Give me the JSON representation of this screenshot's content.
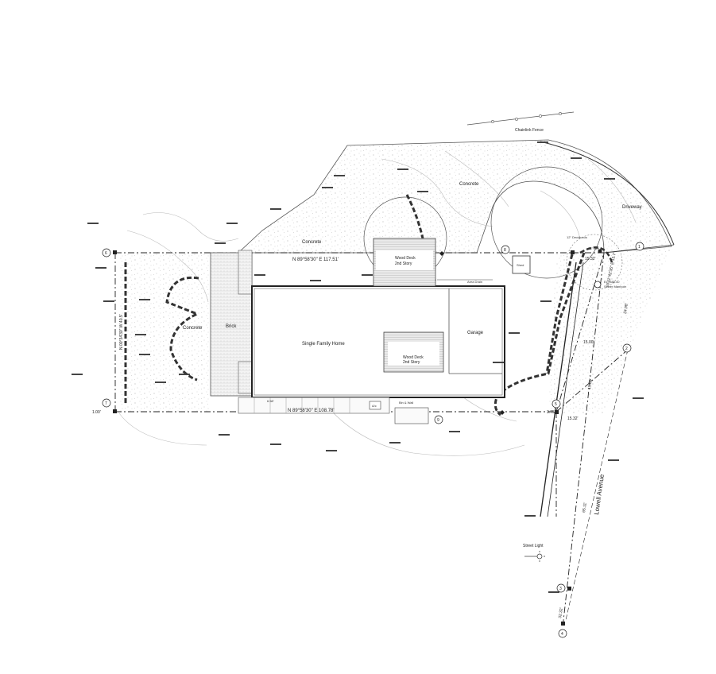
{
  "labels": {
    "chainlink_fence": "Chainlink Fence",
    "concrete_top": "Concrete",
    "concrete_mid": "Concrete",
    "concrete_left": "Concrete",
    "driveway": "Driveway",
    "brick": "Brick",
    "single_family_home": "Single Family Home",
    "garage": "Garage",
    "wood_deck_top_1": "Wood Deck",
    "wood_deck_top_2": "2nd Story",
    "wood_deck_bot_1": "Wood Deck",
    "wood_deck_bot_2": "2nd Story",
    "shed": "Shed",
    "area_drain": "Area Drain",
    "ac": "A/c",
    "bin_wall": "Bin & Wall",
    "deciduous_12": "12\" Deciduous",
    "dec_18": "18\" Dec",
    "sewer_el": "EL=585.40",
    "sewer_manhole": "Sewer Manhole",
    "street_light": "Street Light",
    "lowell_avenue": "Lowell Avenue"
  },
  "dimensions": {
    "north_bearing": "N 89°58'30\" E 117.51'",
    "south_bearing": "N 89°58'30\" E 108.78'",
    "west_bearing": "N 00°34'30\" W 40.5'",
    "east_bearing": "N 11°42'35\" E 13.7'",
    "offset_left": "1.00'",
    "offset_sm": "15.32'",
    "offset_15": "15.00'",
    "offset_east": "15.32'",
    "offset_375": "3.75'",
    "r_65": "65.11'",
    "r_15": "15.05'",
    "r_24": "24.98'",
    "r_3232": "32.32'",
    "d_658": "6.58'"
  },
  "stations": [
    "1",
    "2",
    "3",
    "4",
    "5",
    "6",
    "7",
    "8",
    "9"
  ]
}
